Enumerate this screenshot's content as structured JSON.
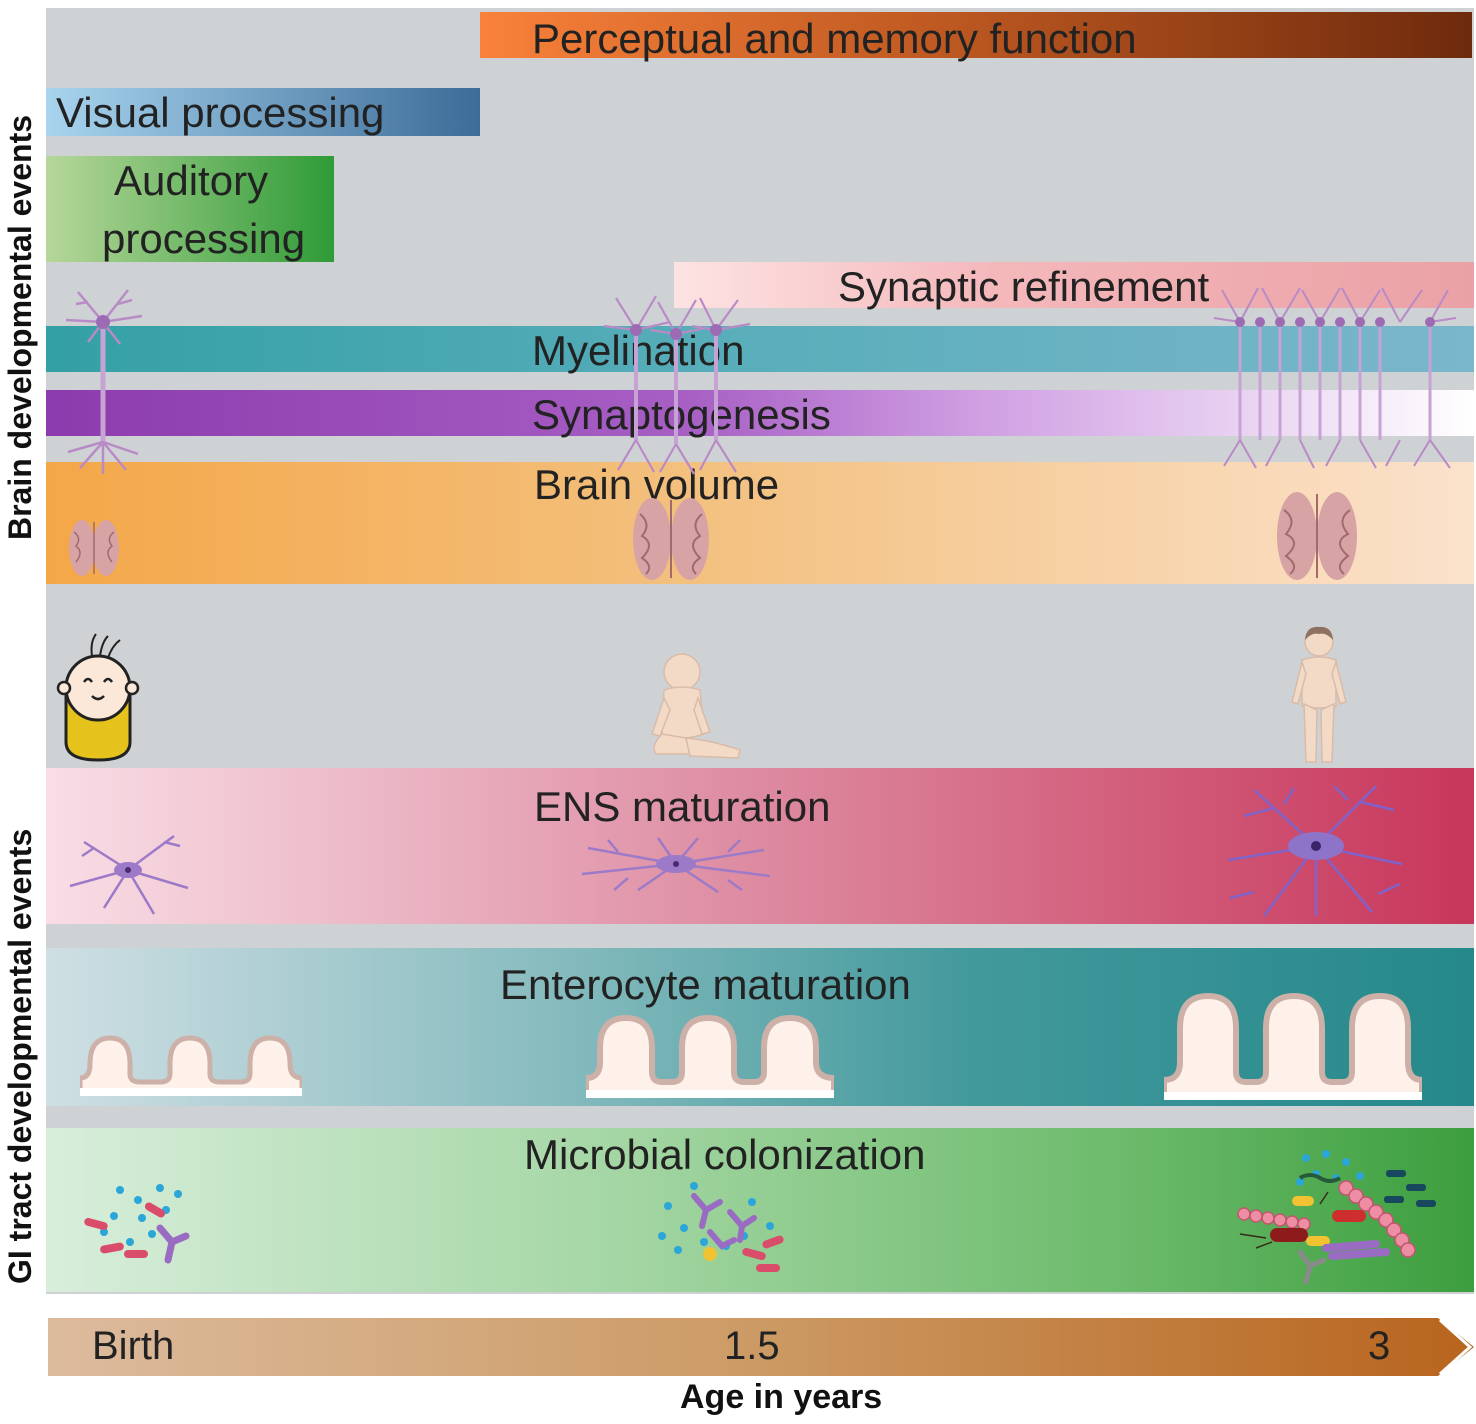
{
  "side_labels": {
    "brain": "Brain developmental events",
    "gi": "GI tract developmental events"
  },
  "bars": {
    "perceptual": "Perceptual and memory function",
    "visual": "Visual processing",
    "auditory_line1": "Auditory",
    "auditory_line2": "processing",
    "synaptic_refinement": "Synaptic refinement",
    "myelination": "Myelination",
    "synaptogenesis": "Synaptogenesis",
    "brain_volume": "Brain volume",
    "ens": "ENS maturation",
    "enterocyte": "Enterocyte maturation",
    "microbial": "Microbial colonization"
  },
  "axis": {
    "ticks": [
      "Birth",
      "1.5",
      "3"
    ],
    "title": "Age in years"
  },
  "colors": {
    "perceptual": [
      "#f9813a",
      "#6e2a0c"
    ],
    "visual": [
      "#a8d4ee",
      "#3c6c98"
    ],
    "auditory": [
      "#b6d79a",
      "#2f9b37"
    ],
    "synaptic_refinement": [
      "#fde3e3",
      "#eaa1a6"
    ],
    "myelination": [
      "#33a0a5",
      "#7ab6cc"
    ],
    "synaptogenesis": [
      "#8c3bad",
      "#ffffff"
    ],
    "brain_volume": [
      "#f4a748",
      "#fbe2cc"
    ],
    "ens": [
      "#f9dde6",
      "#c8365b"
    ],
    "enterocyte": [
      "#cfdfe4",
      "#25888a"
    ],
    "microbial": [
      "#d8eedb",
      "#3c9e3e"
    ],
    "axis": [
      "#dcbb9d",
      "#b8641d"
    ]
  },
  "icons": [
    "neuron-icon",
    "brain-icon",
    "newborn-icon",
    "sitting-baby-icon",
    "toddler-icon",
    "enteric-neuron-icon",
    "villi-icon",
    "microbes-icon"
  ]
}
